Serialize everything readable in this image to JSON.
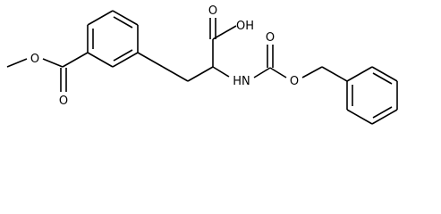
{
  "structure": {
    "atoms": {
      "ester_o": "O",
      "ester_carbonyl_o": "O",
      "acid_carbonyl_o": "O",
      "hydroxyl": "OH",
      "amine": "HN",
      "carbamate_carbonyl_o": "O",
      "carbamate_o": "O"
    }
  }
}
